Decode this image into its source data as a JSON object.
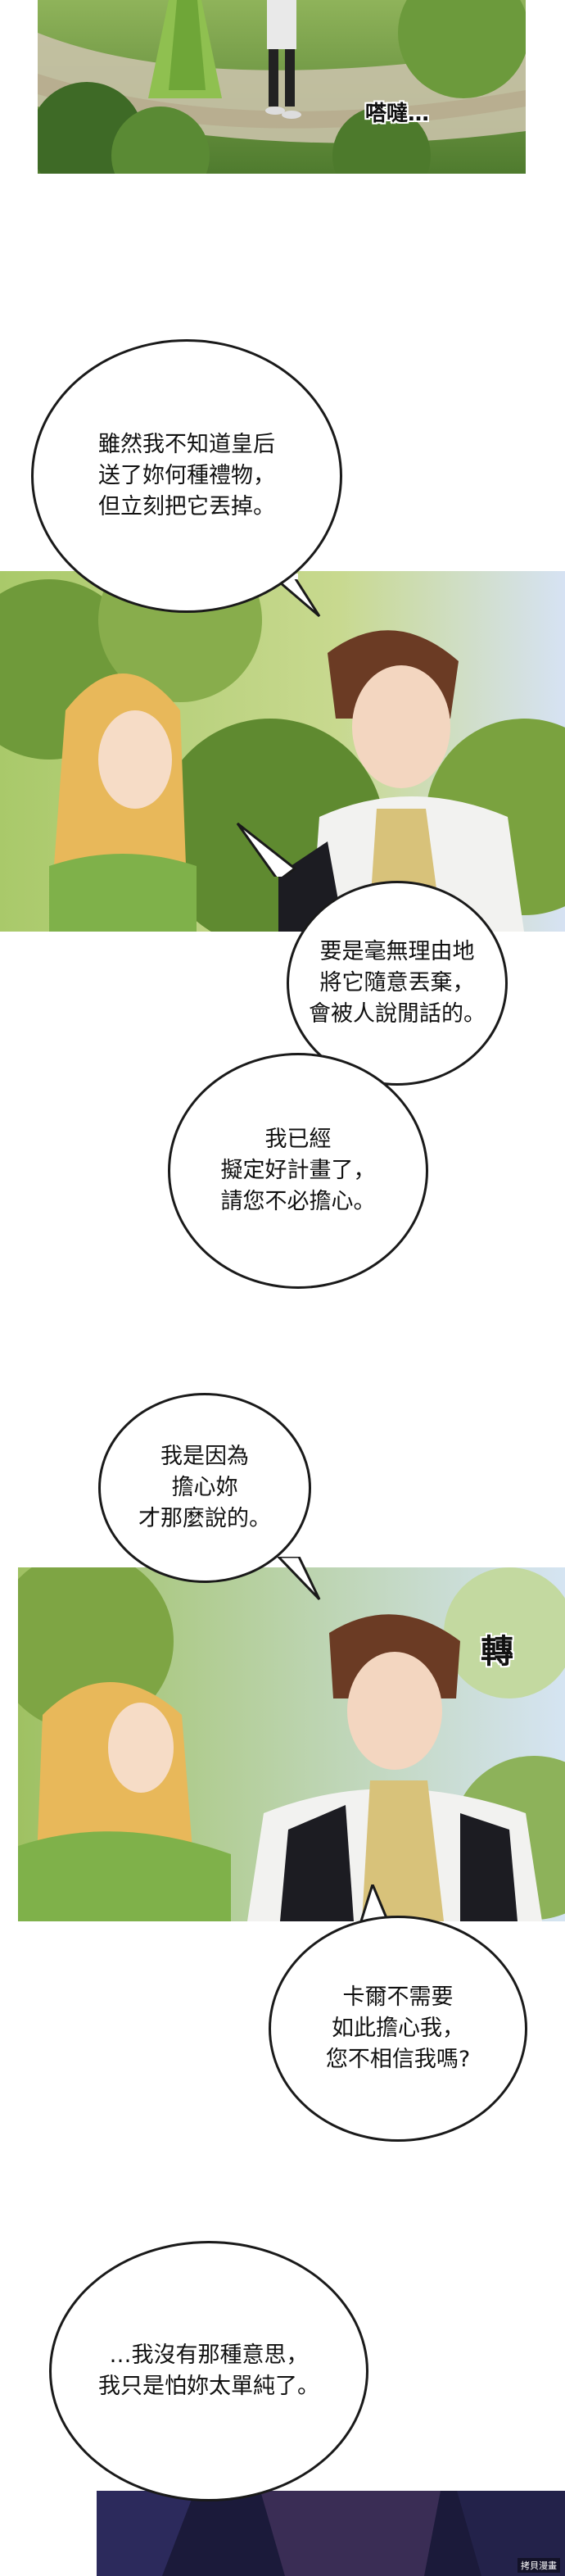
{
  "bubbles": {
    "b1": "雖然我不知道皇后\n送了妳何種禮物，\n但立刻把它丟掉。",
    "b2": "要是毫無理由地\n將它隨意丟棄，\n會被人說閒話的。",
    "b3": "我已經\n擬定好計畫了，\n請您不必擔心。",
    "b4": "我是因為\n擔心妳\n才那麼說的。",
    "b5": "卡爾不需要\n如此擔心我，\n您不相信我嗎?",
    "b6": "…我沒有那種意思，\n我只是怕妳太單純了。"
  },
  "sfx": {
    "s1": "嗒噠…",
    "s2": "轉"
  },
  "watermark": "拷貝漫畫",
  "colors": {
    "foliage_green": "#6f9a3a",
    "sky": "#cfe0f2",
    "hair_blonde": "#e8b85a",
    "hair_brown": "#6b3b24",
    "dress_green": "#7fb14a",
    "coat_white": "#f2f2f0",
    "coat_black": "#1c1c22",
    "bottom_dark": "#1b1a3a"
  }
}
